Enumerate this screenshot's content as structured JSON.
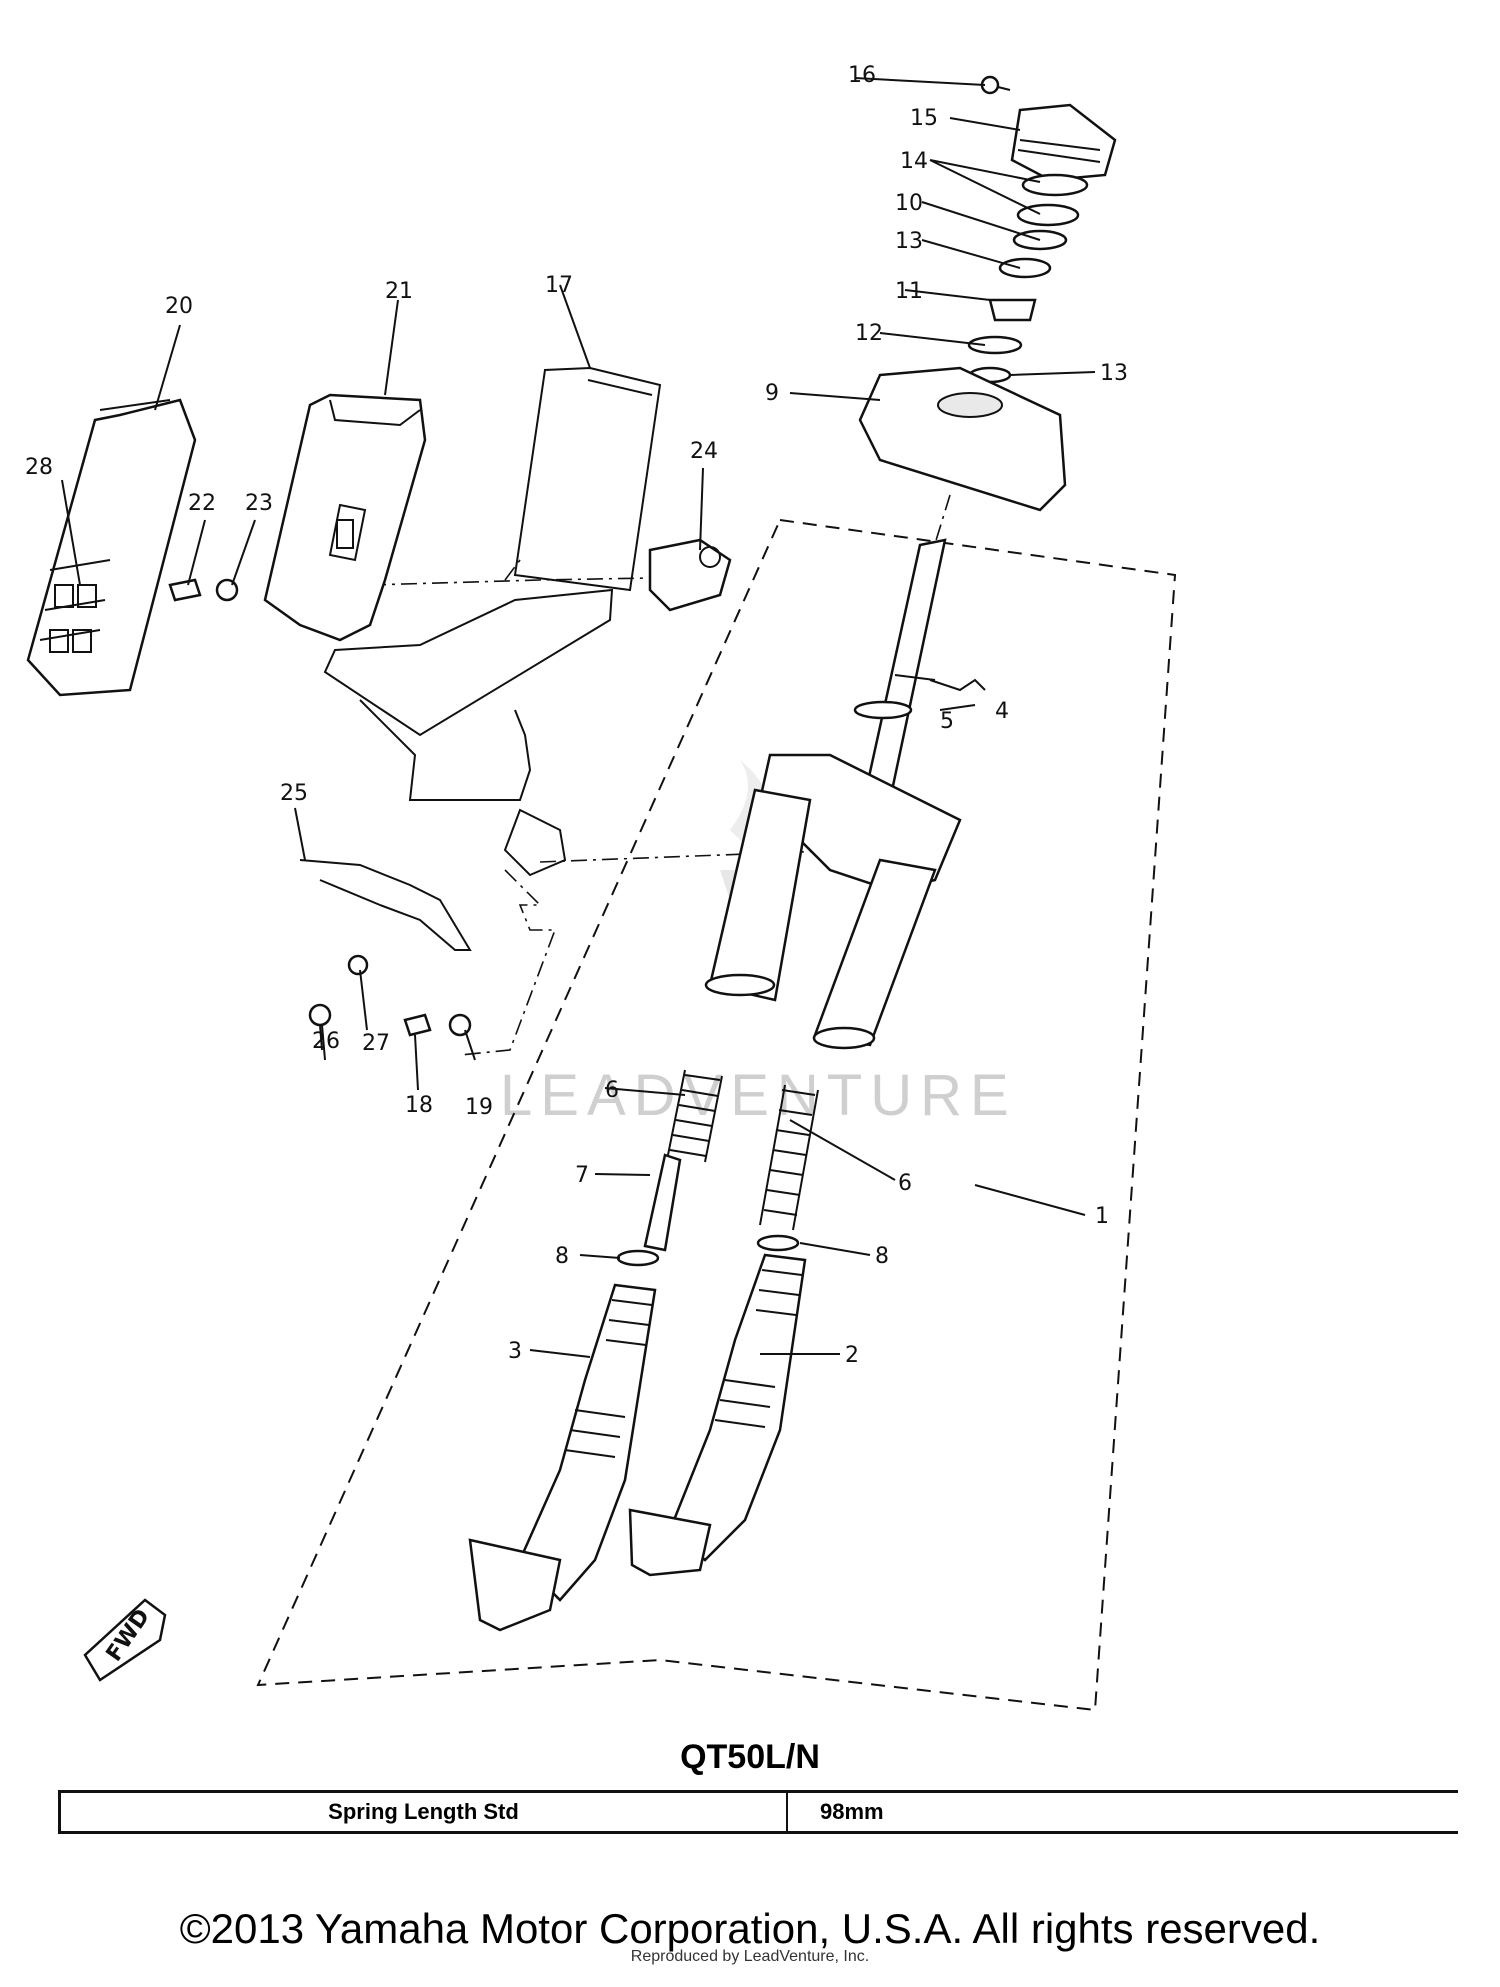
{
  "diagram": {
    "callouts": [
      "1",
      "2",
      "3",
      "4",
      "5",
      "6",
      "6",
      "7",
      "8",
      "8",
      "9",
      "10",
      "11",
      "12",
      "13",
      "13",
      "14",
      "15",
      "16",
      "17",
      "18",
      "19",
      "20",
      "21",
      "22",
      "23",
      "24",
      "25",
      "26",
      "27",
      "28"
    ],
    "watermark": "LEADVENTURE",
    "fwd_label": "FWD"
  },
  "spec": {
    "model": "QT50L/N",
    "rows": [
      {
        "name": "Spring Length Std",
        "value": "98mm"
      }
    ]
  },
  "footer": {
    "copyright": "©2013 Yamaha Motor Corporation, U.S.A. All rights reserved.",
    "reproduced": "Reproduced by LeadVenture, Inc."
  }
}
